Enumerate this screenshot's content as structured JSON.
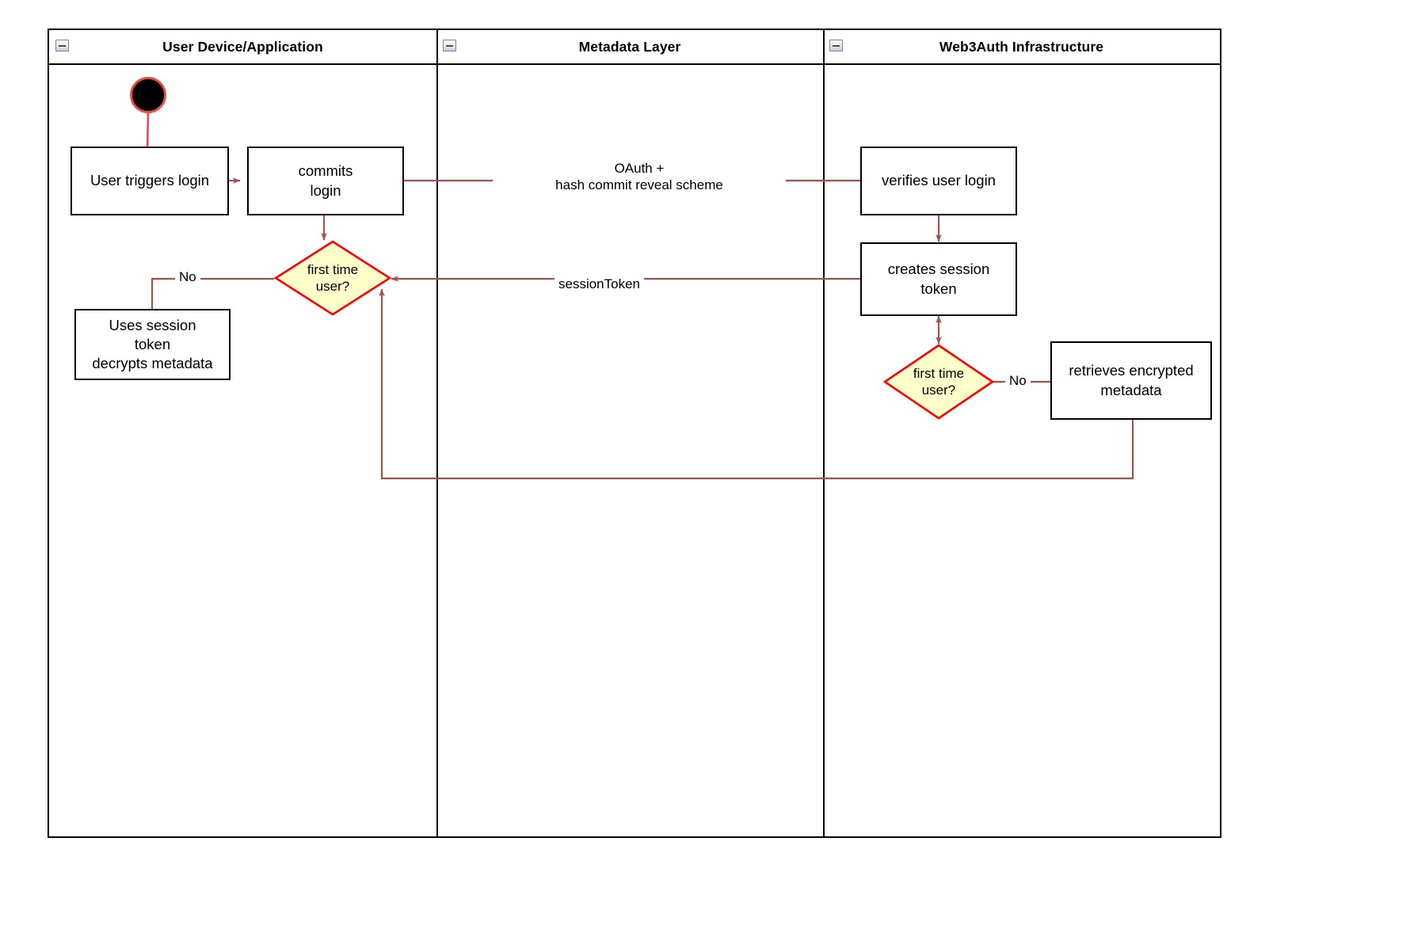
{
  "diagram": {
    "type": "swimlane-activity-diagram",
    "lanes": [
      {
        "id": "user-device",
        "title": "User Device/Application",
        "collapse_icon": "minus-box-icon"
      },
      {
        "id": "metadata-layer",
        "title": "Metadata Layer",
        "collapse_icon": "minus-box-icon"
      },
      {
        "id": "web3auth",
        "title": "Web3Auth Infrastructure",
        "collapse_icon": "minus-box-icon"
      }
    ],
    "nodes": [
      {
        "id": "start",
        "kind": "start",
        "lane": "user-device",
        "label": ""
      },
      {
        "id": "user-triggers-login",
        "kind": "activity",
        "lane": "user-device",
        "label": "User triggers login"
      },
      {
        "id": "commits-login",
        "kind": "activity",
        "lane": "user-device",
        "label": "commits\nlogin"
      },
      {
        "id": "first-time-user-left",
        "kind": "decision",
        "lane": "user-device",
        "label": "first time\nuser?"
      },
      {
        "id": "uses-session-token",
        "kind": "activity",
        "lane": "user-device",
        "label": "Uses session\ntoken\ndecrypts metadata"
      },
      {
        "id": "verifies-user-login",
        "kind": "activity",
        "lane": "web3auth",
        "label": "verifies user login"
      },
      {
        "id": "creates-session-token",
        "kind": "activity",
        "lane": "web3auth",
        "label": "creates session\ntoken"
      },
      {
        "id": "first-time-user-right",
        "kind": "decision",
        "lane": "web3auth",
        "label": "first time\nuser?"
      },
      {
        "id": "retrieves-encrypted-metadata",
        "kind": "activity",
        "lane": "web3auth",
        "label": "retrieves encrypted\nmetadata"
      }
    ],
    "edge_labels": {
      "oauth": "OAuth +\nhash commit reveal scheme",
      "oauth_line1": "OAuth +",
      "oauth_line2": "hash commit reveal scheme",
      "session_token": "sessionToken",
      "no_left": "No",
      "no_right": "No"
    },
    "node_text": {
      "user_triggers_login": "User triggers login",
      "commits_login_l1": "commits",
      "commits_login_l2": "login",
      "decision_left_l1": "first time",
      "decision_left_l2": "user?",
      "uses_session_l1": "Uses session",
      "uses_session_l2": "token",
      "uses_session_l3": "decrypts metadata",
      "verifies_user_login": "verifies user login",
      "creates_session_l1": "creates session",
      "creates_session_l2": "token",
      "decision_right_l1": "first time",
      "decision_right_l2": "user?",
      "retrieves_l1": "retrieves encrypted",
      "retrieves_l2": "metadata"
    },
    "colors": {
      "edge": "#a4524c",
      "start_ring": "#ef4b45",
      "start_fill": "#000000",
      "decision_fill": "#ffffcc",
      "decision_stroke": "#ff0000",
      "node_stroke": "#000000",
      "node_fill": "#ffffff",
      "lane_stroke": "#000000",
      "text": "#000000"
    }
  }
}
